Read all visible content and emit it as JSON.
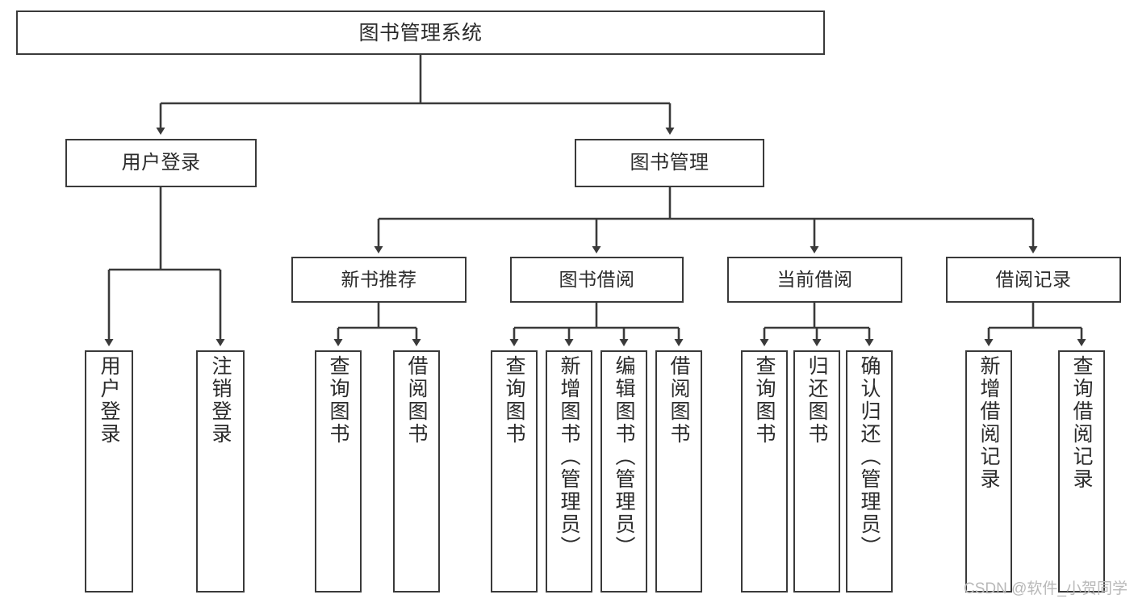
{
  "diagram": {
    "title": "图书管理系统",
    "watermark": "CSDN @软件_小贺同学",
    "accent_border": "#3a3a3a",
    "text_color": "#2b2b2b",
    "background": "#ffffff",
    "nodes": {
      "root": {
        "label": "图书管理系统"
      },
      "level2": [
        {
          "id": "user-login",
          "label": "用户登录"
        },
        {
          "id": "book-management",
          "label": "图书管理"
        }
      ],
      "level3": [
        {
          "id": "new-book-recommend",
          "label": "新书推荐"
        },
        {
          "id": "book-borrow",
          "label": "图书借阅"
        },
        {
          "id": "current-borrow",
          "label": "当前借阅"
        },
        {
          "id": "borrow-record",
          "label": "借阅记录"
        }
      ],
      "leaves": {
        "user_login": [
          {
            "id": "leaf-user-login",
            "label": "用户登录"
          },
          {
            "id": "leaf-logout-login",
            "label": "注销登录"
          }
        ],
        "new_book_recommend": [
          {
            "id": "leaf-query-book-1",
            "label": "查询图书"
          },
          {
            "id": "leaf-borrow-book-1",
            "label": "借阅图书"
          }
        ],
        "book_borrow": [
          {
            "id": "leaf-query-book-2",
            "label": "查询图书"
          },
          {
            "id": "leaf-add-book",
            "label": "新增图书（管理员）"
          },
          {
            "id": "leaf-edit-book",
            "label": "编辑图书（管理员）"
          },
          {
            "id": "leaf-borrow-book-2",
            "label": "借阅图书"
          }
        ],
        "current_borrow": [
          {
            "id": "leaf-query-book-3",
            "label": "查询图书"
          },
          {
            "id": "leaf-return-book",
            "label": "归还图书"
          },
          {
            "id": "leaf-confirm-return",
            "label": "确认归还（管理员）"
          }
        ],
        "borrow_record": [
          {
            "id": "leaf-add-record",
            "label": "新增借阅记录"
          },
          {
            "id": "leaf-query-record",
            "label": "查询借阅记录"
          }
        ]
      }
    }
  }
}
